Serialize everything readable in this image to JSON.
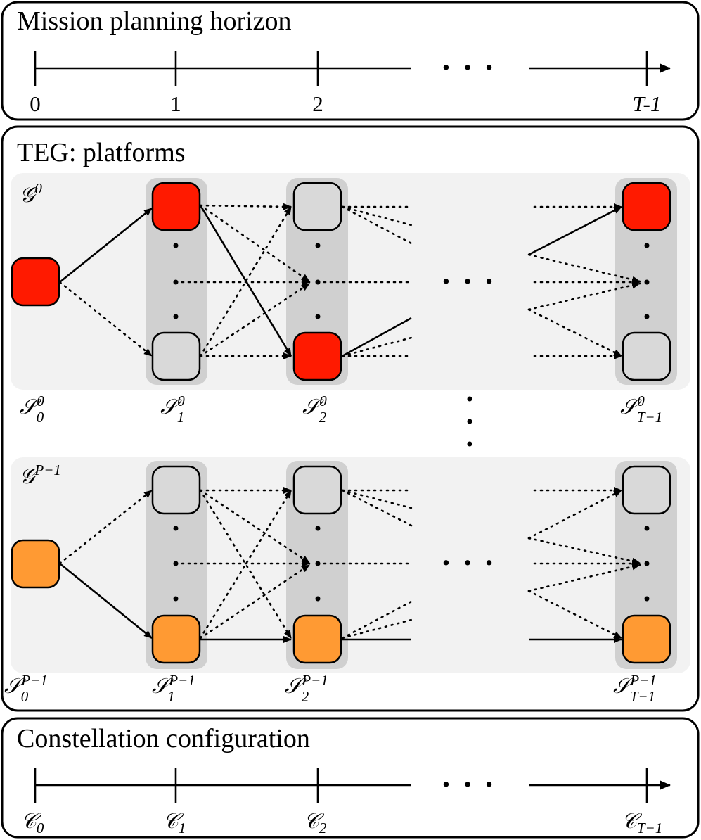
{
  "colors": {
    "platform0": "#ff1a00",
    "platformP1": "#ff9a33",
    "inactive": "#d9d9d9",
    "band": "#f2f2f2",
    "column": "#d0d0d0"
  },
  "horizon": {
    "title": "Mission planning horizon",
    "ticks": [
      "0",
      "1",
      "2",
      "T-1"
    ],
    "ellipsis": "• • •"
  },
  "teg": {
    "title": "TEG: platforms",
    "ellipsis": "• • •",
    "graphs": [
      {
        "symbol": "𝒢",
        "superscript": "0",
        "color_key": "platform0",
        "stage_labels": [
          {
            "symbol": "𝒮",
            "superscript": "0",
            "subscript": "0"
          },
          {
            "symbol": "𝒮",
            "superscript": "0",
            "subscript": "1"
          },
          {
            "symbol": "𝒮",
            "superscript": "0",
            "subscript": "2"
          },
          {
            "symbol": "𝒮",
            "superscript": "0",
            "subscript": "T−1"
          }
        ]
      },
      {
        "symbol": "𝒢",
        "superscript": "P−1",
        "color_key": "platformP1",
        "stage_labels": [
          {
            "symbol": "𝒮",
            "superscript": "P−1",
            "subscript": "0"
          },
          {
            "symbol": "𝒮",
            "superscript": "P−1",
            "subscript": "1"
          },
          {
            "symbol": "𝒮",
            "superscript": "P−1",
            "subscript": "2"
          },
          {
            "symbol": "𝒮",
            "superscript": "P−1",
            "subscript": "T−1"
          }
        ]
      }
    ]
  },
  "constellation": {
    "title": "Constellation configuration",
    "symbol": "𝒞",
    "tick_subscripts": [
      "0",
      "1",
      "2",
      "T−1"
    ],
    "ellipsis": "• • •"
  }
}
